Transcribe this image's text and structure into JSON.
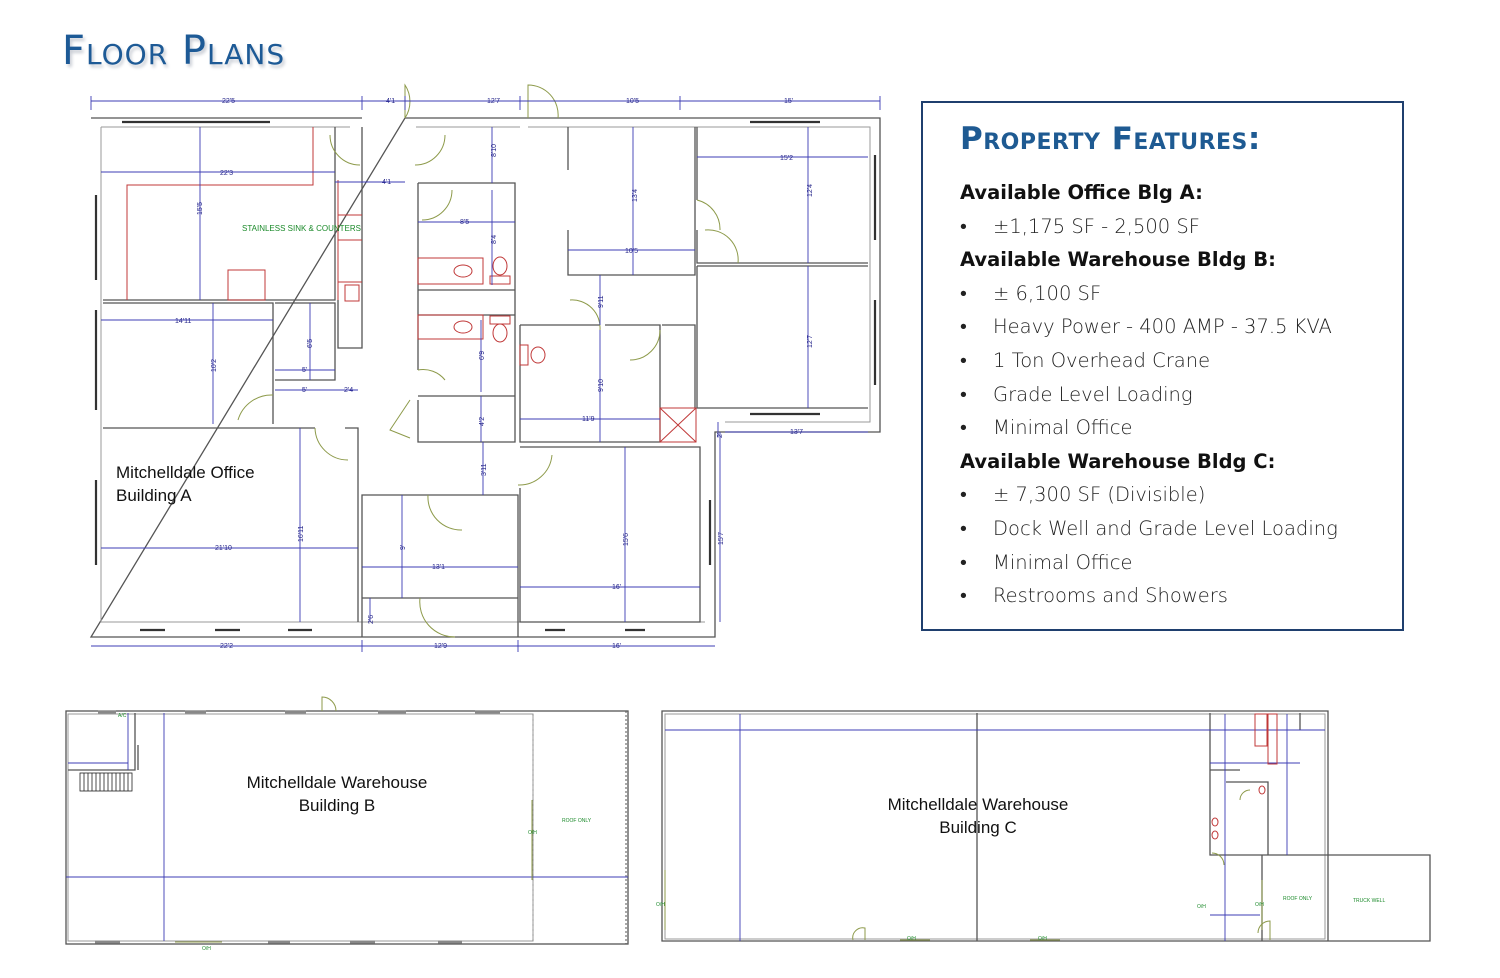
{
  "page_title": "Floor Plans",
  "features": {
    "title": "Property Features:",
    "sections": [
      {
        "heading": "Available Office Blg A:",
        "items": [
          "±1,175 SF - 2,500 SF"
        ]
      },
      {
        "heading": "Available Warehouse Bldg B:",
        "items": [
          "± 6,100 SF",
          "Heavy Power - 400 AMP - 37.5 KVA",
          "1 Ton Overhead Crane",
          "Grade Level Loading",
          "Minimal Office"
        ]
      },
      {
        "heading": "Available Warehouse Bldg C:",
        "items": [
          "± 7,300 SF (Divisible)",
          "Dock Well and Grade Level Loading",
          "Minimal Office",
          "Restrooms and Showers"
        ]
      }
    ],
    "bullet": "•"
  },
  "building_a": {
    "label_line1": "Mitchelldale Office",
    "label_line2": "Building A",
    "note": "STAINLESS SINK & COUNTERS",
    "dims": [
      "22'5",
      "4'1",
      "12'7",
      "10'5",
      "15'",
      "22'3",
      "4'1",
      "15'5",
      "8'10",
      "8'5",
      "8'4",
      "13'4",
      "10'5",
      "15'2",
      "12'4",
      "14'11",
      "10'2",
      "6'5",
      "5'",
      "5'",
      "2'4",
      "6'9",
      "4'2",
      "9'11",
      "9'10",
      "11'9",
      "12'7",
      "13'7",
      "2'",
      "3'11",
      "21'10",
      "16'11",
      "9'",
      "13'1",
      "15'6",
      "16'",
      "15'7",
      "2'6",
      "22'2",
      "12'9",
      "16'"
    ]
  },
  "building_b": {
    "label_line1": "Mitchelldale Warehouse",
    "label_line2": "Building B",
    "oh_label": "O/H",
    "ac_label": "A/C",
    "roof_only": "ROOF ONLY"
  },
  "building_c": {
    "label_line1": "Mitchelldale Warehouse",
    "label_line2": "Building C",
    "oh_label": "O/H",
    "roof_only": "ROOF ONLY",
    "truck_well": "TRUCK WELL"
  }
}
